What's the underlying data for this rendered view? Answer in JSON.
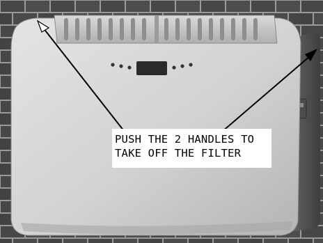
{
  "illustration": {
    "subject": "wall-mounted-air-conditioner-unit",
    "instruction": {
      "line1": "PUSH THE 2 HANDLES TO",
      "line2": "TAKE OFF THE FILTER"
    },
    "colors": {
      "brick": "#474747",
      "mortar": "#9a9a9a",
      "unit_body": "#d2d2d2",
      "unit_shadow": "#a8a8a8",
      "side_panel": "#5e5e5e",
      "arrow": "#000000",
      "callout_bg": "#ffffff"
    }
  }
}
